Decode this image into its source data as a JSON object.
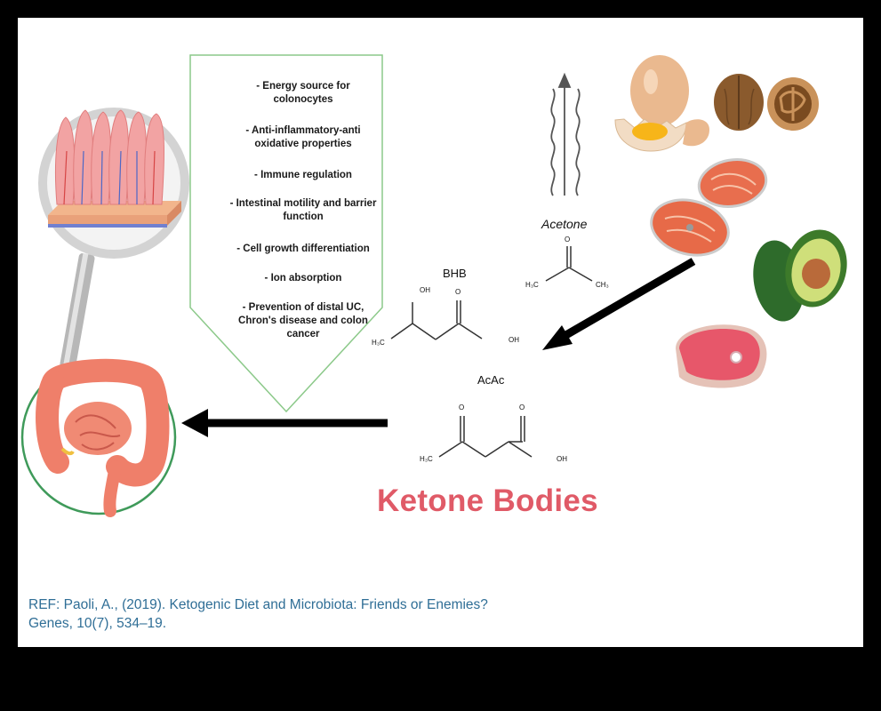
{
  "benefits": [
    "- Energy source for\ncolonocytes",
    "- Anti-inflammatory-anti\noxidative properties",
    "- Immune regulation",
    "- Intestinal motility and barrier\nfunction",
    "- Cell growth differentiation",
    "- Ion absorption",
    "- Prevention of distal UC,\nChron's disease and colon\ncancer"
  ],
  "labels": {
    "acetone": "Acetone",
    "bhb": "BHB",
    "acac": "AcAc",
    "title": "Ketone Bodies"
  },
  "atoms": {
    "o": "O",
    "oh": "OH",
    "h3c": "H₃C",
    "ch3": "CH₃"
  },
  "reference": {
    "line1": "REF: Paoli, A.,  (2019). Ketogenic Diet and Microbiota: Friends or Enemies?",
    "line2": "Genes, 10(7), 534–19."
  },
  "colors": {
    "title": "#e05a67",
    "reference": "#2f6e96",
    "pentagon_border": "#7fbf7f",
    "intestine_circle": "#3f9a5a",
    "intestine": "#ef7f6a"
  }
}
